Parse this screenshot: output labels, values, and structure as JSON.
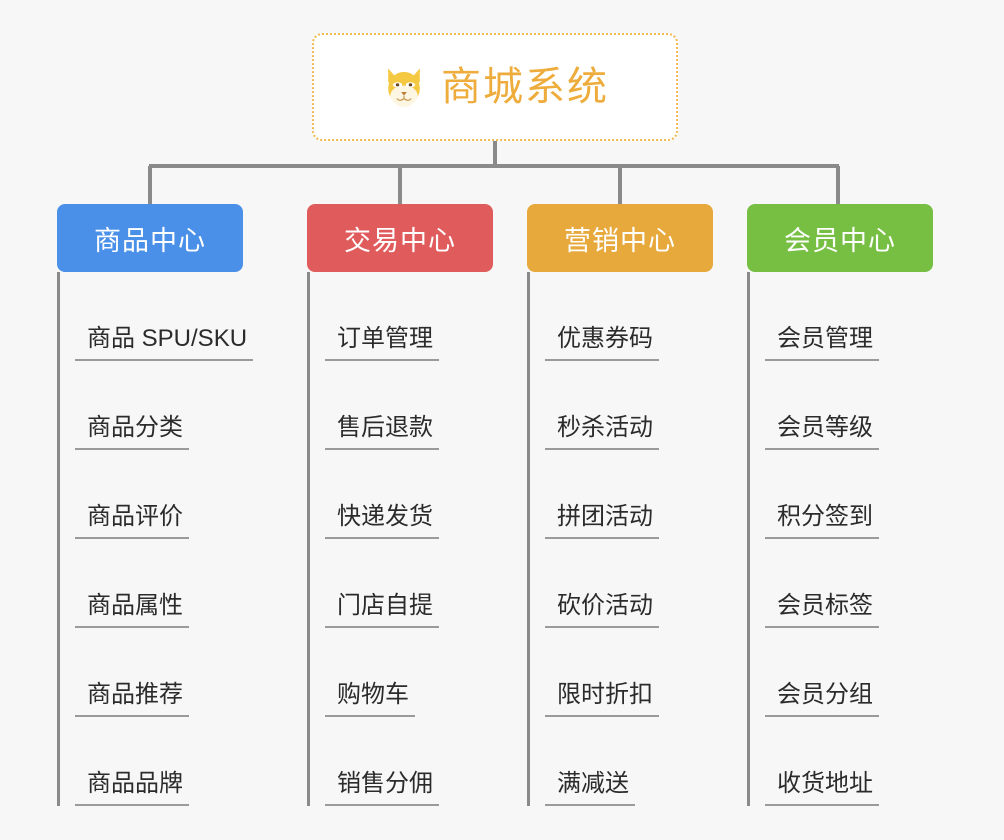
{
  "root": {
    "title": "商城系统",
    "icon": "shiba-dog-icon",
    "border_color": "#f0b952",
    "text_color": "#edac3b",
    "background": "#ffffff"
  },
  "canvas": {
    "background": "#f7f7f7",
    "connector_color": "#8a8a8a"
  },
  "columns": [
    {
      "id": "product-center",
      "label": "商品中心",
      "color": "#4a90e8",
      "items": [
        "商品 SPU/SKU",
        "商品分类",
        "商品评价",
        "商品属性",
        "商品推荐",
        "商品品牌"
      ]
    },
    {
      "id": "trade-center",
      "label": "交易中心",
      "color": "#e05c5c",
      "items": [
        "订单管理",
        "售后退款",
        "快递发货",
        "门店自提",
        "购物车",
        "销售分佣"
      ]
    },
    {
      "id": "marketing-center",
      "label": "营销中心",
      "color": "#e8a93c",
      "items": [
        "优惠券码",
        "秒杀活动",
        "拼团活动",
        "砍价活动",
        "限时折扣",
        "满减送"
      ]
    },
    {
      "id": "member-center",
      "label": "会员中心",
      "color": "#76bf43",
      "items": [
        "会员管理",
        "会员等级",
        "积分签到",
        "会员标签",
        "会员分组",
        "收货地址"
      ]
    }
  ]
}
